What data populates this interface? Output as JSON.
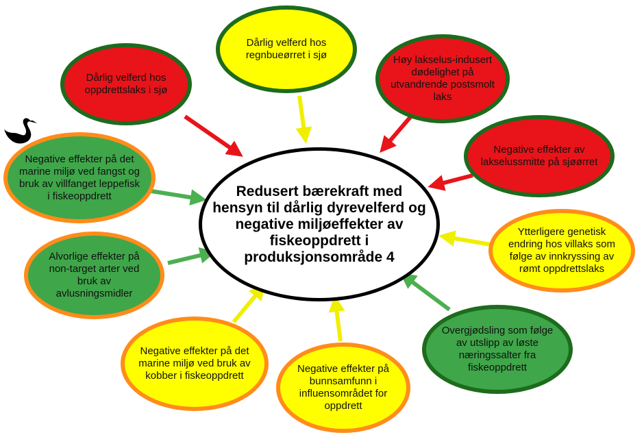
{
  "center": "Redusert bærekraft med hensyn til dårlig dyrevelferd og negative miljøeffekter av fiskeoppdrett i produksjonsområde 4",
  "colors": {
    "red": "#e8141a",
    "yellow": "#ffff00",
    "green": "#3fa64a",
    "border_green": "#1d6b1d",
    "border_orange": "#ff8c1a",
    "arrow_red": "#e8141a",
    "arrow_yellow": "#f0ef00",
    "arrow_green": "#4caf50"
  },
  "nodes": [
    {
      "id": "n1",
      "text": "Dårlig velferd hos oppdrettslaks i sjø",
      "fill": "red",
      "border": "green"
    },
    {
      "id": "n2",
      "text": "Dårlig velferd hos regnbueørret i sjø",
      "fill": "yellow",
      "border": "green"
    },
    {
      "id": "n3",
      "text": "Høy lakselus-indusert dødelighet på utvandrende postsmolt laks",
      "fill": "red",
      "border": "green"
    },
    {
      "id": "n4",
      "text": "Negative effekter av lakselussmitte på sjøørret",
      "fill": "red",
      "border": "green"
    },
    {
      "id": "n5",
      "text": "Ytterligere genetisk endring hos villaks som følge av innkryssing av rømt oppdrettslaks",
      "fill": "yellow",
      "border": "orange"
    },
    {
      "id": "n6",
      "text": "Overgjødsling som følge av utslipp av løste næringssalter fra fiskeoppdrett",
      "fill": "green",
      "border": "green"
    },
    {
      "id": "n7",
      "text": "Negative effekter på bunnsamfunn i influensområdet for oppdrett",
      "fill": "yellow",
      "border": "orange"
    },
    {
      "id": "n8",
      "text": "Negative effekter på det marine miljø ved bruk av kobber i fiskeoppdrett",
      "fill": "yellow",
      "border": "orange"
    },
    {
      "id": "n9",
      "text": "Alvorlige effekter på non-target arter ved bruk av avlusningsmidler",
      "fill": "green",
      "border": "orange"
    },
    {
      "id": "n10",
      "text": "Negative effekter på det marine miljø ved fangst og bruk av villfanget leppefisk i fiskeoppdrett",
      "fill": "green",
      "border": "orange"
    }
  ],
  "arrows": [
    {
      "from": "n1",
      "color": "red"
    },
    {
      "from": "n2",
      "color": "yellow"
    },
    {
      "from": "n3",
      "color": "red"
    },
    {
      "from": "n4",
      "color": "red"
    },
    {
      "from": "n5",
      "color": "yellow"
    },
    {
      "from": "n6",
      "color": "green"
    },
    {
      "from": "n7",
      "color": "yellow"
    },
    {
      "from": "n8",
      "color": "yellow"
    },
    {
      "from": "n9",
      "color": "green"
    },
    {
      "from": "n10",
      "color": "green"
    }
  ],
  "icons": {
    "corner": "black-swan-icon"
  }
}
